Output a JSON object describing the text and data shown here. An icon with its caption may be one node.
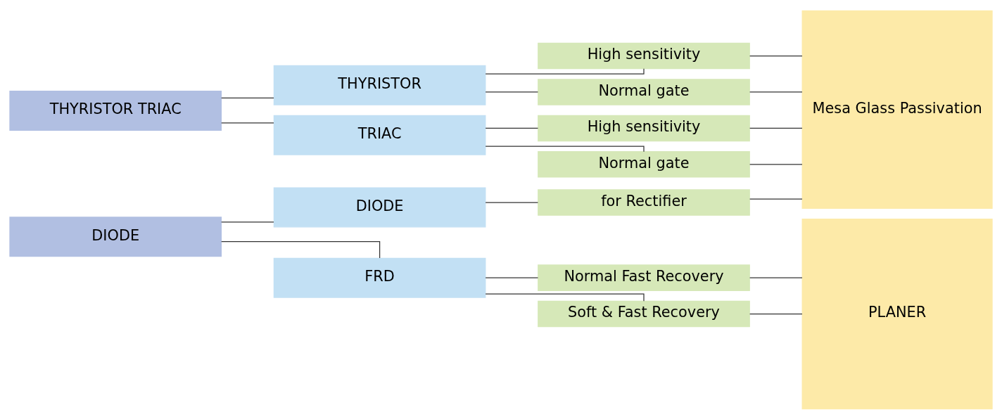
{
  "diagram": {
    "nodes": [
      {
        "text": [
          "THYRISTOR TRIAC"
        ]
      },
      {
        "text": [
          "DIODE"
        ]
      },
      {
        "text": [
          "THYRISTOR"
        ]
      },
      {
        "text": [
          "TRIAC"
        ]
      },
      {
        "text": [
          "DIODE"
        ]
      },
      {
        "text": [
          "FRD"
        ]
      },
      {
        "text": [
          "High sensitivity"
        ]
      },
      {
        "text": [
          "Normal gate"
        ]
      },
      {
        "text": [
          "High sensitivity"
        ]
      },
      {
        "text": [
          "Normal gate"
        ]
      },
      {
        "text": [
          "for Rectifier"
        ]
      },
      {
        "text": [
          "Normal Fast Recovery"
        ]
      },
      {
        "text": [
          "Soft & Fast Recovery"
        ]
      },
      {
        "text": [
          "Mesa Glass Passivation"
        ]
      },
      {
        "text": [
          "PLANER"
        ]
      }
    ],
    "edges": [
      {
        "from": 0,
        "to": 2,
        "arrow": "none"
      },
      {
        "from": 0,
        "to": 3,
        "arrow": "none"
      },
      {
        "from": 1,
        "to": 4,
        "arrow": "none"
      },
      {
        "from": 1,
        "to": 5,
        "arrow": "none"
      },
      {
        "from": 2,
        "to": 6,
        "arrow": "none"
      },
      {
        "from": 2,
        "to": 7,
        "arrow": "none"
      },
      {
        "from": 3,
        "to": 8,
        "arrow": "none"
      },
      {
        "from": 3,
        "to": 9,
        "arrow": "none"
      },
      {
        "from": 4,
        "to": 10,
        "arrow": "none"
      },
      {
        "from": 5,
        "to": 11,
        "arrow": "none"
      },
      {
        "from": 5,
        "to": 12,
        "arrow": "none"
      },
      {
        "from": 6,
        "to": 13,
        "arrow": "none"
      },
      {
        "from": 7,
        "to": 13,
        "arrow": "none"
      },
      {
        "from": 8,
        "to": 13,
        "arrow": "none"
      },
      {
        "from": 9,
        "to": 13,
        "arrow": "none"
      },
      {
        "from": 10,
        "to": 13,
        "arrow": "none"
      },
      {
        "from": 11,
        "to": 14,
        "arrow": "none"
      },
      {
        "from": 12,
        "to": 14,
        "arrow": "none"
      }
    ]
  }
}
